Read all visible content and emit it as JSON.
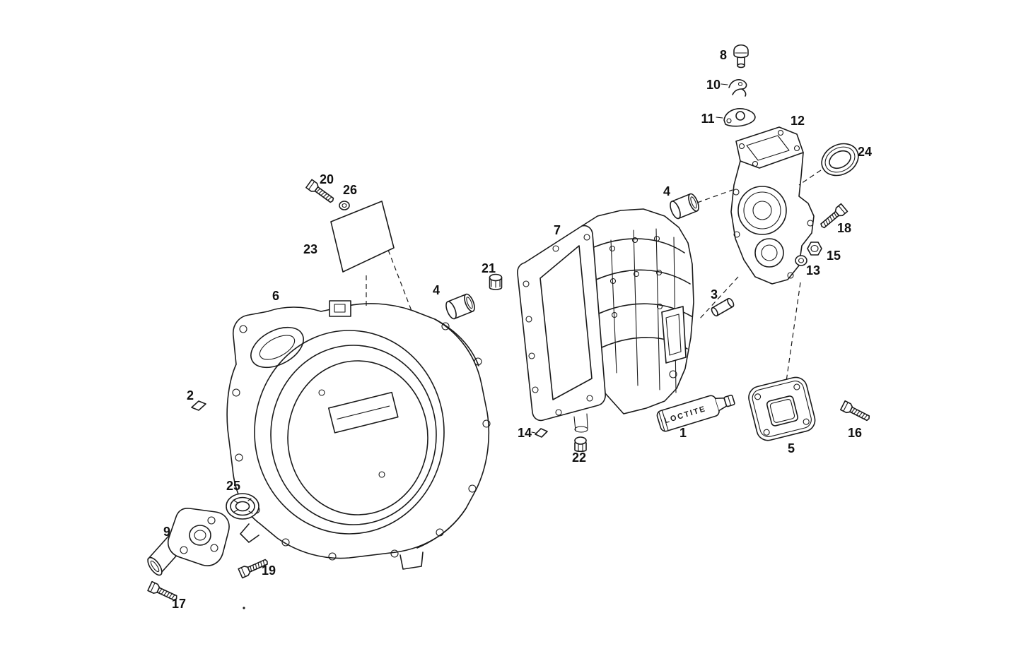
{
  "diagram": {
    "tube_label": "LOCTITE"
  },
  "labels": {
    "p1": "1",
    "p2": "2",
    "p3": "3",
    "p4": "4",
    "p4b": "4",
    "p5": "5",
    "p6": "6",
    "p7": "7",
    "p8": "8",
    "p9": "9",
    "p10": "10",
    "p11": "11",
    "p12": "12",
    "p13": "13",
    "p14": "14",
    "p15": "15",
    "p16": "16",
    "p17": "17",
    "p18": "18",
    "p19": "19",
    "p20": "20",
    "p21": "21",
    "p22": "22",
    "p23": "23",
    "p24": "24",
    "p25": "25",
    "p26": "26"
  },
  "colors": {
    "line": "#1a1a1a",
    "background": "#ffffff"
  }
}
